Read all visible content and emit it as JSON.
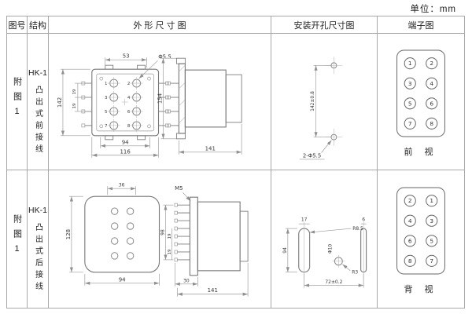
{
  "page": {
    "unit": "单位：mm"
  },
  "headers": {
    "fig": "图号",
    "structure": "结构",
    "outline": "外 形 尺 寸 图",
    "mounting": "安装开孔尺寸图",
    "terminal": "端子图"
  },
  "rows": [
    {
      "fig": "附图1",
      "model": "HK-1",
      "structure": "凸出式前接线",
      "outline": {
        "top_width": "53",
        "hole_dia": "Φ5.5",
        "height": "142",
        "pitch1": "19",
        "pitch2": "19",
        "inner_width": "94",
        "outer_width": "116",
        "terminals": [
          "1",
          "2",
          "3",
          "4",
          "5",
          "6",
          "7",
          "8"
        ],
        "side_height": "154",
        "depth": "141"
      },
      "mounting": {
        "vertical": "142±0.8",
        "holes": "2-Φ5.5"
      },
      "terminal_view": {
        "left": [
          "1",
          "3",
          "5",
          "7"
        ],
        "right": [
          "2",
          "4",
          "6",
          "8"
        ],
        "caption": "前 视"
      }
    },
    {
      "fig": "附图1",
      "model": "HK-1",
      "structure": "凸出式后接线",
      "outline": {
        "top_width": "36",
        "height": "128",
        "bottom_width": "94",
        "screw": "M5",
        "pin_span": "98",
        "pitch1": "19",
        "pitch2": "19",
        "pin_depth": "30",
        "depth": "141"
      },
      "mounting": {
        "slot_width_l": "17",
        "slot_width_r": "6",
        "slot_radius": "R8.5",
        "slot_height": "94",
        "center_hole": "Φ10",
        "corner_radius": "R3",
        "horizontal": "72±0.2"
      },
      "terminal_view": {
        "left": [
          "2",
          "4",
          "6",
          "8"
        ],
        "right": [
          "1",
          "3",
          "5",
          "7"
        ],
        "caption": "背 视"
      }
    }
  ]
}
